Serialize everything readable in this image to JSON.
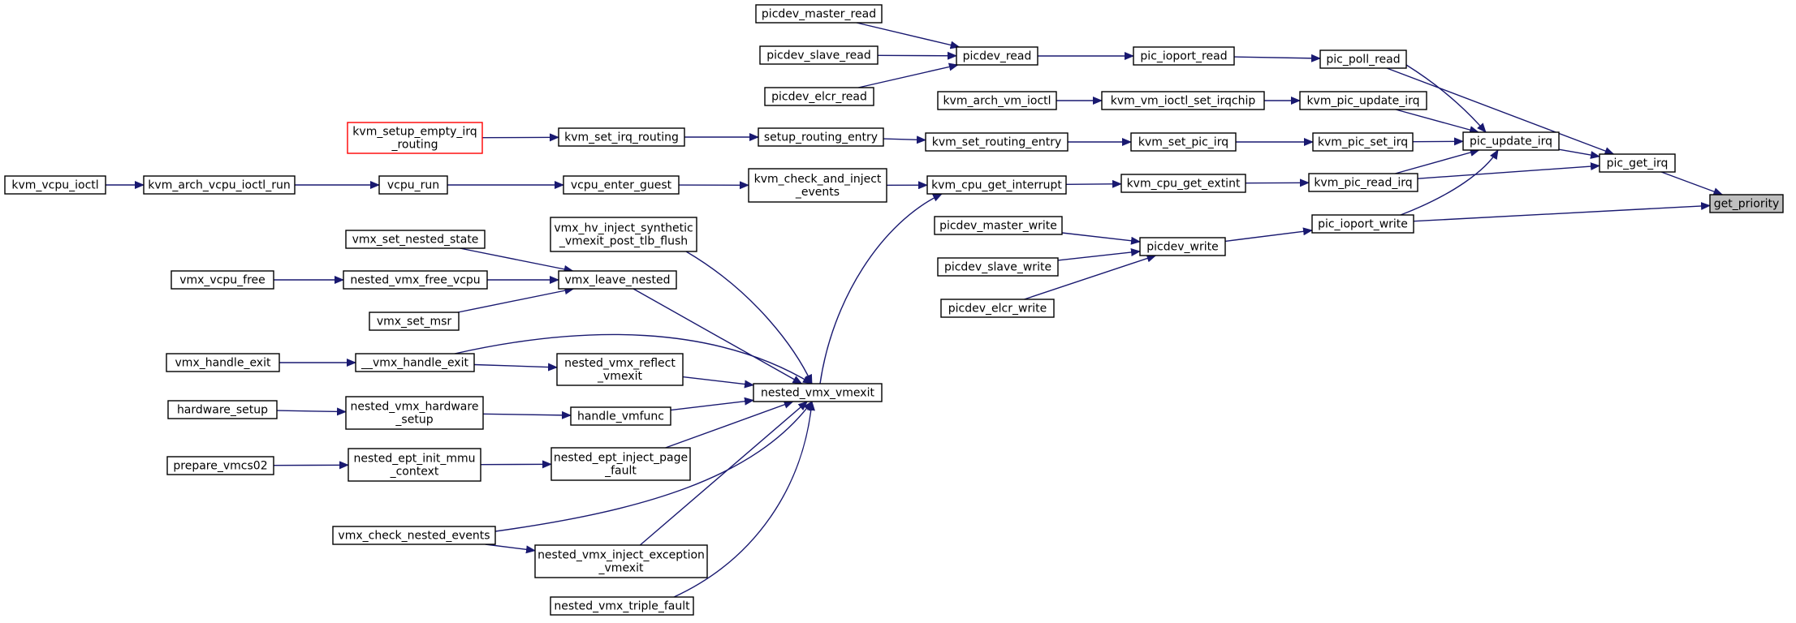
{
  "graph": {
    "root": "get_priority",
    "colors": {
      "edge": "#191970",
      "node_border": "#000000",
      "root_fill": "#bfbfbf",
      "special_border": "#ff0000",
      "background": "#ffffff"
    },
    "nodes": [
      {
        "id": "get_priority",
        "lines": [
          "get_priority"
        ],
        "style": "root"
      },
      {
        "id": "pic_get_irq",
        "lines": [
          "pic_get_irq"
        ]
      },
      {
        "id": "pic_ioport_write",
        "lines": [
          "pic_ioport_write"
        ]
      },
      {
        "id": "pic_poll_read",
        "lines": [
          "pic_poll_read"
        ]
      },
      {
        "id": "pic_update_irq",
        "lines": [
          "pic_update_irq"
        ]
      },
      {
        "id": "kvm_pic_read_irq",
        "lines": [
          "kvm_pic_read_irq"
        ]
      },
      {
        "id": "pic_ioport_read",
        "lines": [
          "pic_ioport_read"
        ]
      },
      {
        "id": "picdev_read",
        "lines": [
          "picdev_read"
        ]
      },
      {
        "id": "picdev_master_read",
        "lines": [
          "picdev_master_read"
        ]
      },
      {
        "id": "picdev_slave_read",
        "lines": [
          "picdev_slave_read"
        ]
      },
      {
        "id": "picdev_elcr_read",
        "lines": [
          "picdev_elcr_read"
        ]
      },
      {
        "id": "kvm_pic_update_irq",
        "lines": [
          "kvm_pic_update_irq"
        ]
      },
      {
        "id": "kvm_vm_ioctl_set_irqchip",
        "lines": [
          "kvm_vm_ioctl_set_irqchip"
        ]
      },
      {
        "id": "kvm_arch_vm_ioctl",
        "lines": [
          "kvm_arch_vm_ioctl"
        ]
      },
      {
        "id": "kvm_pic_set_irq",
        "lines": [
          "kvm_pic_set_irq"
        ]
      },
      {
        "id": "kvm_set_pic_irq",
        "lines": [
          "kvm_set_pic_irq"
        ]
      },
      {
        "id": "kvm_set_routing_entry",
        "lines": [
          "kvm_set_routing_entry"
        ]
      },
      {
        "id": "setup_routing_entry",
        "lines": [
          "setup_routing_entry"
        ]
      },
      {
        "id": "kvm_set_irq_routing",
        "lines": [
          "kvm_set_irq_routing"
        ]
      },
      {
        "id": "kvm_setup_empty_irq_routing",
        "lines": [
          "kvm_setup_empty_irq",
          "_routing"
        ],
        "style": "special"
      },
      {
        "id": "kvm_cpu_get_extint",
        "lines": [
          "kvm_cpu_get_extint"
        ]
      },
      {
        "id": "kvm_cpu_get_interrupt",
        "lines": [
          "kvm_cpu_get_interrupt"
        ]
      },
      {
        "id": "kvm_check_and_inject_events",
        "lines": [
          "kvm_check_and_inject",
          "_events"
        ]
      },
      {
        "id": "vcpu_enter_guest",
        "lines": [
          "vcpu_enter_guest"
        ]
      },
      {
        "id": "vcpu_run",
        "lines": [
          "vcpu_run"
        ]
      },
      {
        "id": "kvm_arch_vcpu_ioctl_run",
        "lines": [
          "kvm_arch_vcpu_ioctl_run"
        ]
      },
      {
        "id": "kvm_vcpu_ioctl",
        "lines": [
          "kvm_vcpu_ioctl"
        ]
      },
      {
        "id": "nested_vmx_vmexit",
        "lines": [
          "nested_vmx_vmexit"
        ]
      },
      {
        "id": "picdev_write",
        "lines": [
          "picdev_write"
        ]
      },
      {
        "id": "picdev_master_write",
        "lines": [
          "picdev_master_write"
        ]
      },
      {
        "id": "picdev_slave_write",
        "lines": [
          "picdev_slave_write"
        ]
      },
      {
        "id": "picdev_elcr_write",
        "lines": [
          "picdev_elcr_write"
        ]
      },
      {
        "id": "vmx_hv_inject_synthetic_vmexit_post_tlb_flush",
        "lines": [
          "vmx_hv_inject_synthetic",
          "_vmexit_post_tlb_flush"
        ]
      },
      {
        "id": "vmx_leave_nested",
        "lines": [
          "vmx_leave_nested"
        ]
      },
      {
        "id": "vmx_set_nested_state",
        "lines": [
          "vmx_set_nested_state"
        ]
      },
      {
        "id": "nested_vmx_free_vcpu",
        "lines": [
          "nested_vmx_free_vcpu"
        ]
      },
      {
        "id": "vmx_vcpu_free",
        "lines": [
          "vmx_vcpu_free"
        ]
      },
      {
        "id": "vmx_set_msr",
        "lines": [
          "vmx_set_msr"
        ]
      },
      {
        "id": "__vmx_handle_exit",
        "lines": [
          "__vmx_handle_exit"
        ]
      },
      {
        "id": "vmx_handle_exit",
        "lines": [
          "vmx_handle_exit"
        ]
      },
      {
        "id": "nested_vmx_reflect_vmexit",
        "lines": [
          "nested_vmx_reflect",
          "_vmexit"
        ]
      },
      {
        "id": "handle_vmfunc",
        "lines": [
          "handle_vmfunc"
        ]
      },
      {
        "id": "nested_vmx_hardware_setup",
        "lines": [
          "nested_vmx_hardware",
          "_setup"
        ]
      },
      {
        "id": "hardware_setup",
        "lines": [
          "hardware_setup"
        ]
      },
      {
        "id": "nested_ept_inject_page_fault",
        "lines": [
          "nested_ept_inject_page",
          "_fault"
        ]
      },
      {
        "id": "nested_ept_init_mmu_context",
        "lines": [
          "nested_ept_init_mmu",
          "_context"
        ]
      },
      {
        "id": "prepare_vmcs02",
        "lines": [
          "prepare_vmcs02"
        ]
      },
      {
        "id": "vmx_check_nested_events",
        "lines": [
          "vmx_check_nested_events"
        ]
      },
      {
        "id": "nested_vmx_inject_exception_vmexit",
        "lines": [
          "nested_vmx_inject_exception",
          "_vmexit"
        ]
      },
      {
        "id": "nested_vmx_triple_fault",
        "lines": [
          "nested_vmx_triple_fault"
        ]
      }
    ],
    "edges": [
      {
        "from": "pic_get_irq",
        "to": "get_priority"
      },
      {
        "from": "pic_ioport_write",
        "to": "get_priority"
      },
      {
        "from": "pic_poll_read",
        "to": "pic_get_irq"
      },
      {
        "from": "pic_update_irq",
        "to": "pic_get_irq"
      },
      {
        "from": "kvm_pic_read_irq",
        "to": "pic_get_irq"
      },
      {
        "from": "pic_ioport_read",
        "to": "pic_poll_read"
      },
      {
        "from": "picdev_read",
        "to": "pic_ioport_read"
      },
      {
        "from": "picdev_master_read",
        "to": "picdev_read"
      },
      {
        "from": "picdev_slave_read",
        "to": "picdev_read"
      },
      {
        "from": "picdev_elcr_read",
        "to": "picdev_read"
      },
      {
        "from": "pic_poll_read",
        "to": "pic_update_irq"
      },
      {
        "from": "kvm_pic_update_irq",
        "to": "pic_update_irq"
      },
      {
        "from": "kvm_pic_set_irq",
        "to": "pic_update_irq"
      },
      {
        "from": "kvm_pic_read_irq",
        "to": "pic_update_irq"
      },
      {
        "from": "pic_ioport_write",
        "to": "pic_update_irq"
      },
      {
        "from": "kvm_vm_ioctl_set_irqchip",
        "to": "kvm_pic_update_irq"
      },
      {
        "from": "kvm_arch_vm_ioctl",
        "to": "kvm_vm_ioctl_set_irqchip"
      },
      {
        "from": "kvm_set_pic_irq",
        "to": "kvm_pic_set_irq"
      },
      {
        "from": "kvm_set_routing_entry",
        "to": "kvm_set_pic_irq"
      },
      {
        "from": "setup_routing_entry",
        "to": "kvm_set_routing_entry"
      },
      {
        "from": "kvm_set_irq_routing",
        "to": "setup_routing_entry"
      },
      {
        "from": "kvm_setup_empty_irq_routing",
        "to": "kvm_set_irq_routing"
      },
      {
        "from": "kvm_cpu_get_extint",
        "to": "kvm_pic_read_irq"
      },
      {
        "from": "kvm_cpu_get_interrupt",
        "to": "kvm_cpu_get_extint"
      },
      {
        "from": "kvm_check_and_inject_events",
        "to": "kvm_cpu_get_interrupt"
      },
      {
        "from": "vcpu_enter_guest",
        "to": "kvm_check_and_inject_events"
      },
      {
        "from": "vcpu_run",
        "to": "vcpu_enter_guest"
      },
      {
        "from": "kvm_arch_vcpu_ioctl_run",
        "to": "vcpu_run"
      },
      {
        "from": "kvm_vcpu_ioctl",
        "to": "kvm_arch_vcpu_ioctl_run"
      },
      {
        "from": "nested_vmx_vmexit",
        "to": "kvm_cpu_get_interrupt"
      },
      {
        "from": "picdev_write",
        "to": "pic_ioport_write"
      },
      {
        "from": "picdev_master_write",
        "to": "picdev_write"
      },
      {
        "from": "picdev_slave_write",
        "to": "picdev_write"
      },
      {
        "from": "picdev_elcr_write",
        "to": "picdev_write"
      },
      {
        "from": "vmx_hv_inject_synthetic_vmexit_post_tlb_flush",
        "to": "nested_vmx_vmexit"
      },
      {
        "from": "vmx_leave_nested",
        "to": "nested_vmx_vmexit"
      },
      {
        "from": "vmx_set_nested_state",
        "to": "vmx_leave_nested"
      },
      {
        "from": "nested_vmx_free_vcpu",
        "to": "vmx_leave_nested"
      },
      {
        "from": "vmx_set_msr",
        "to": "vmx_leave_nested"
      },
      {
        "from": "vmx_vcpu_free",
        "to": "nested_vmx_free_vcpu"
      },
      {
        "from": "__vmx_handle_exit",
        "to": "nested_vmx_vmexit"
      },
      {
        "from": "__vmx_handle_exit",
        "to": "nested_vmx_reflect_vmexit"
      },
      {
        "from": "vmx_handle_exit",
        "to": "__vmx_handle_exit"
      },
      {
        "from": "nested_vmx_reflect_vmexit",
        "to": "nested_vmx_vmexit"
      },
      {
        "from": "handle_vmfunc",
        "to": "nested_vmx_vmexit"
      },
      {
        "from": "nested_vmx_hardware_setup",
        "to": "handle_vmfunc"
      },
      {
        "from": "hardware_setup",
        "to": "nested_vmx_hardware_setup"
      },
      {
        "from": "nested_ept_inject_page_fault",
        "to": "nested_vmx_vmexit"
      },
      {
        "from": "nested_ept_init_mmu_context",
        "to": "nested_ept_inject_page_fault"
      },
      {
        "from": "prepare_vmcs02",
        "to": "nested_ept_init_mmu_context"
      },
      {
        "from": "vmx_check_nested_events",
        "to": "nested_vmx_vmexit"
      },
      {
        "from": "vmx_check_nested_events",
        "to": "nested_vmx_inject_exception_vmexit"
      },
      {
        "from": "nested_vmx_inject_exception_vmexit",
        "to": "nested_vmx_vmexit"
      },
      {
        "from": "nested_vmx_triple_fault",
        "to": "nested_vmx_vmexit"
      }
    ]
  }
}
